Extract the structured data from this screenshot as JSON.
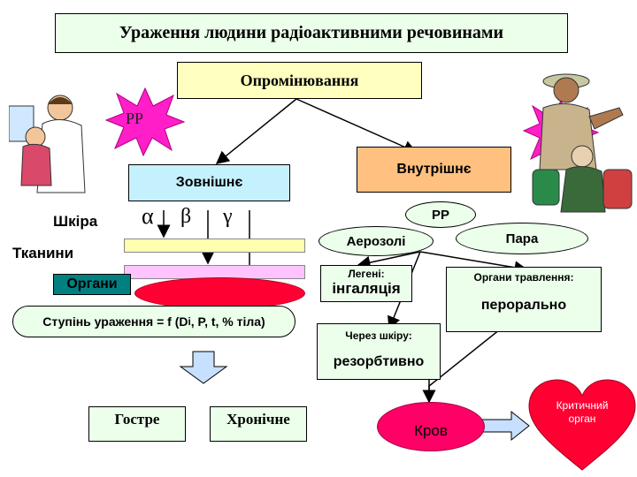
{
  "title": "Ураження людини радіоактивними речовинами",
  "irradiation": "Опромінювання",
  "rr_left": "РР",
  "rr_right": "РР",
  "external": {
    "label": "Зовнішнє",
    "skin": "Шкіра",
    "tissues": "Тканини",
    "organs": "Органи",
    "alpha": "α",
    "beta": "β",
    "gamma": "γ",
    "degree_formula_pre": "Ступінь ураження = f (D",
    "degree_formula_sub": "i",
    "degree_formula_post": ", P, t, % тіла)"
  },
  "outcomes": {
    "acute": "Гостре",
    "chronic": "Хронічне"
  },
  "internal": {
    "label": "Внутрішнє",
    "rr": "РР",
    "aerosols": "Аерозолі",
    "vapor": "Пара",
    "lungs_label": "Легені:",
    "lungs_route": "інгаляція",
    "digestive_label": "Органи травлення:",
    "digestive_route": "перорально",
    "skin_label": "Через шкіру:",
    "skin_route": "резорбтивно",
    "blood": "Кров",
    "critical_organ_line1": "Критичний",
    "critical_organ_line2": "орган"
  },
  "colors": {
    "title_bg": "#ebffeb",
    "irradiation_bg": "#ffffc0",
    "external_bg": "#c5f1ff",
    "internal_bg": "#ffc080",
    "ellipse_bg": "#ebffeb",
    "star_fill": "#ff1ec8",
    "tissues_bar": "#ffc4ff",
    "skin_bar": "#ffffb0",
    "organs_box": "#008080",
    "organ_ellipse": "#ff0033",
    "heart": "#ff0033",
    "blood": "#ff0066",
    "arrow_fill": "#c8e0ff"
  }
}
